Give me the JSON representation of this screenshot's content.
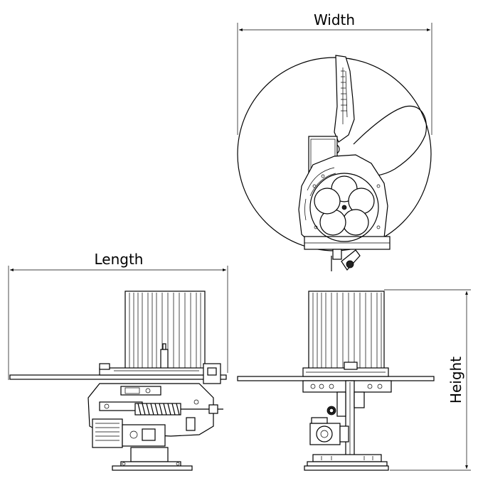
{
  "dimensions": {
    "width_label": "Width",
    "length_label": "Length",
    "height_label": "Height"
  },
  "colors": {
    "line": "#000000",
    "background": "#ffffff"
  }
}
